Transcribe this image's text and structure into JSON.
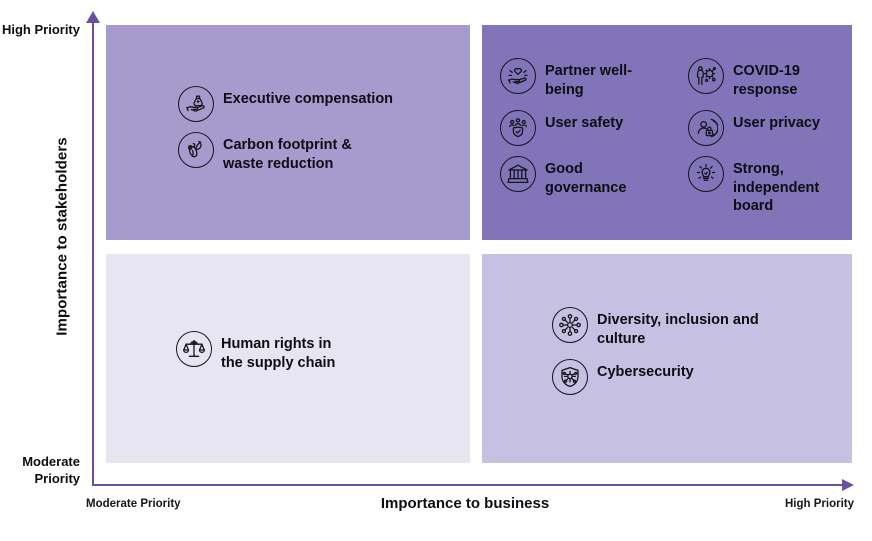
{
  "chart_data": {
    "type": "matrix",
    "title": "",
    "xlabel": "Importance to business",
    "ylabel": "Importance to stakeholders",
    "x_axis": {
      "low": "Moderate Priority",
      "high": "High Priority"
    },
    "y_axis": {
      "low": "Moderate\nPriority",
      "high": "High\nPriority"
    },
    "quadrants": [
      {
        "id": "top-left",
        "color": "#a79bce",
        "items": [
          "Executive compensation",
          "Carbon footprint &\nwaste reduction"
        ]
      },
      {
        "id": "top-right",
        "color": "#8274b8",
        "items": [
          "Partner well-\nbeing",
          "User safety",
          "Good\ngovernance",
          "COVID-19\nresponse",
          "User privacy",
          "Strong,\nindependent\nboard"
        ]
      },
      {
        "id": "bottom-left",
        "color": "#e7e5f2",
        "items": [
          "Human rights in\nthe supply chain"
        ]
      },
      {
        "id": "bottom-right",
        "color": "#c6c0e2",
        "items": [
          "Diversity, inclusion and\nculture",
          "Cybersecurity"
        ]
      }
    ]
  },
  "axes": {
    "y_title": "Importance to stakeholders",
    "x_title": "Importance to business",
    "y_high": "High\nPriority",
    "y_low": "Moderate\nPriority",
    "x_low": "Moderate Priority",
    "x_high": "High Priority"
  },
  "colors": {
    "axis": "#6b4fa0",
    "quadrant_top_left": "#a79bce",
    "quadrant_top_right": "#8274b8",
    "quadrant_bottom_left": "#e7e5f2",
    "quadrant_bottom_right": "#c6c0e2",
    "text": "#0d0d14"
  },
  "quadrant_top_left": {
    "items": [
      {
        "label": "Executive compensation",
        "icon": "hand-money-icon"
      },
      {
        "label": "Carbon footprint &\nwaste reduction",
        "icon": "footprint-leaf-icon"
      }
    ]
  },
  "quadrant_top_right": {
    "column_a": [
      {
        "label": "Partner well-\nbeing",
        "icon": "hand-heart-icon"
      },
      {
        "label": "User safety",
        "icon": "people-shield-icon"
      },
      {
        "label": "Good\ngovernance",
        "icon": "bank-building-icon"
      }
    ],
    "column_b": [
      {
        "label": "COVID-19\nresponse",
        "icon": "person-virus-icon"
      },
      {
        "label": "User privacy",
        "icon": "person-lock-icon"
      },
      {
        "label": "Strong,\nindependent\nboard",
        "icon": "hand-bulb-icon"
      }
    ]
  },
  "quadrant_bottom_left": {
    "items": [
      {
        "label": "Human rights in\nthe supply chain",
        "icon": "scales-balance-icon"
      }
    ]
  },
  "quadrant_bottom_right": {
    "items": [
      {
        "label": "Diversity, inclusion and\nculture",
        "icon": "diversity-network-icon"
      },
      {
        "label": "Cybersecurity",
        "icon": "shield-network-icon"
      }
    ]
  }
}
